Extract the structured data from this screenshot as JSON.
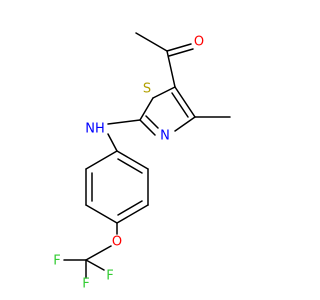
{
  "molecule": {
    "atoms": {
      "S": {
        "symbol": "S",
        "color": "#b2a000"
      },
      "O_ketone": {
        "symbol": "O",
        "color": "#ff0000"
      },
      "N_ring": {
        "symbol": "N",
        "color": "#0000ff"
      },
      "NH": {
        "symbol": "NH",
        "color": "#0000ff"
      },
      "O_ether": {
        "symbol": "O",
        "color": "#ff0000"
      },
      "F1": {
        "symbol": "F",
        "color": "#33cc33"
      },
      "F2": {
        "symbol": "F",
        "color": "#33cc33"
      },
      "F3": {
        "symbol": "F",
        "color": "#33cc33"
      }
    },
    "bond_color": "#000000"
  }
}
